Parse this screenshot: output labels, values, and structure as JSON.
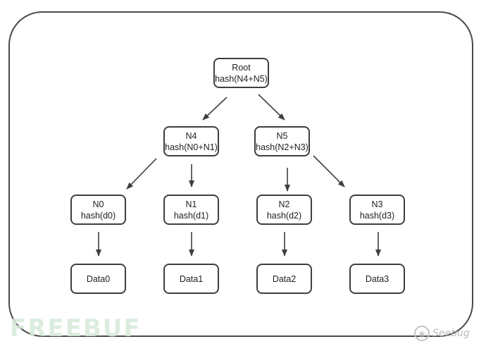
{
  "nodes": {
    "root": {
      "line1": "Root",
      "line2": "hash(N4+N5)"
    },
    "n4": {
      "line1": "N4",
      "line2": "hash(N0+N1)"
    },
    "n5": {
      "line1": "N5",
      "line2": "hash(N2+N3)"
    },
    "n0": {
      "line1": "N0",
      "line2": "hash(d0)"
    },
    "n1": {
      "line1": "N1",
      "line2": "hash(d1)"
    },
    "n2": {
      "line1": "N2",
      "line2": "hash(d2)"
    },
    "n3": {
      "line1": "N3",
      "line2": "hash(d3)"
    },
    "data0": {
      "line1": "Data0"
    },
    "data1": {
      "line1": "Data1"
    },
    "data2": {
      "line1": "Data2"
    },
    "data3": {
      "line1": "Data3"
    }
  },
  "watermarks": {
    "left": "FREEBUF",
    "right": "Seebug"
  },
  "colors": {
    "stroke": "#3e3e3e",
    "text": "#222222"
  }
}
